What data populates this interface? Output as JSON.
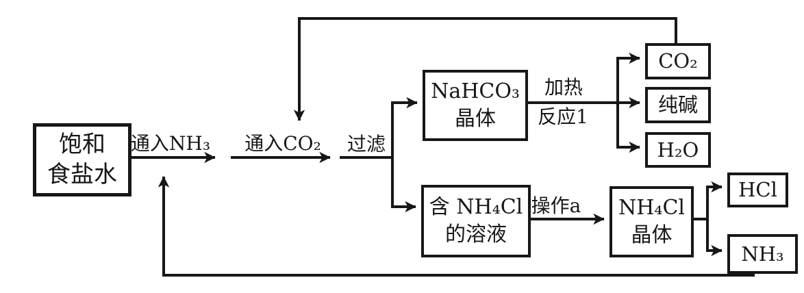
{
  "diagram": {
    "nodes": {
      "brine": {
        "line1": "饱和",
        "line2": "食盐水"
      },
      "nahco3_crystal": {
        "line1": "NaHCO₃",
        "line2": "晶体"
      },
      "nh4cl_solution": {
        "line1": "含 NH₄Cl",
        "line2": "的溶液"
      },
      "nh4cl_crystal": {
        "line1": "NH₄Cl",
        "line2": "晶体"
      },
      "co2": {
        "label": "CO₂"
      },
      "soda_ash": {
        "label": "纯碱"
      },
      "h2o": {
        "label": "H₂O"
      },
      "hcl": {
        "label": "HCl"
      },
      "nh3": {
        "label": "NH₃"
      }
    },
    "edge_labels": {
      "pass_nh3": "通入NH₃",
      "pass_co2": "通入CO₂",
      "filter": "过滤",
      "heat": "加热",
      "reaction1": "反应1",
      "operation_a": "操作a"
    },
    "colors": {
      "ink": "#171717",
      "background": "#ffffff"
    }
  }
}
